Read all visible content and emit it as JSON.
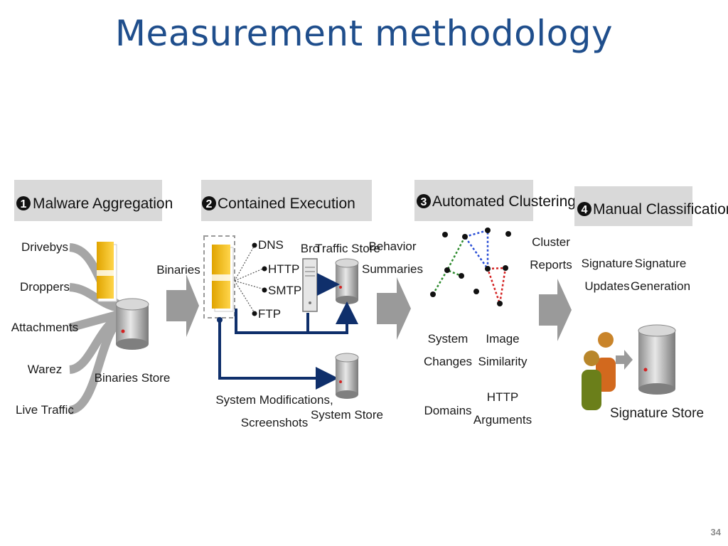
{
  "slide": {
    "title": "Measurement methodology",
    "page_number": "34"
  },
  "stages": [
    {
      "number": "1",
      "title": "Malware Aggregation"
    },
    {
      "number": "2",
      "title": "Contained Execution"
    },
    {
      "number": "3",
      "title": "Automated Clustering"
    },
    {
      "number": "4",
      "title": "Manual Classification"
    }
  ],
  "aggregation": {
    "sources": [
      "Drivebys",
      "Droppers",
      "Attachments",
      "Warez",
      "Live Traffic"
    ],
    "store": "Binaries Store"
  },
  "flow_labels": {
    "binaries": "Binaries",
    "behavior_summaries": [
      "Behavior",
      "Summaries"
    ],
    "cluster_reports": [
      "Cluster",
      "Reports"
    ]
  },
  "execution": {
    "protocols": [
      "DNS",
      "HTTP",
      "SMTP",
      "FTP"
    ],
    "bro": "Bro",
    "traffic_store": "Traffic Store",
    "system_store": "System Store",
    "system_modifications": [
      "System Modifications,",
      "Screenshots"
    ]
  },
  "clustering": {
    "features": [
      [
        "System",
        "Changes"
      ],
      [
        "Image",
        "Similarity"
      ],
      [
        "Domains"
      ],
      [
        "HTTP",
        "Arguments"
      ]
    ]
  },
  "classification": {
    "signature_updates": [
      "Signature",
      "Updates"
    ],
    "signature_generation": [
      "Signature",
      "Generation"
    ],
    "store": "Signature Store"
  },
  "colors": {
    "title": "#1f4e8c",
    "header_bg": "#d9d9d9",
    "arrow_gray": "#9a9a9a",
    "navy": "#0f2f6b",
    "green_dots": "#2e8b2e",
    "blue_dots": "#2a4fd6",
    "red_dots": "#d42222"
  }
}
